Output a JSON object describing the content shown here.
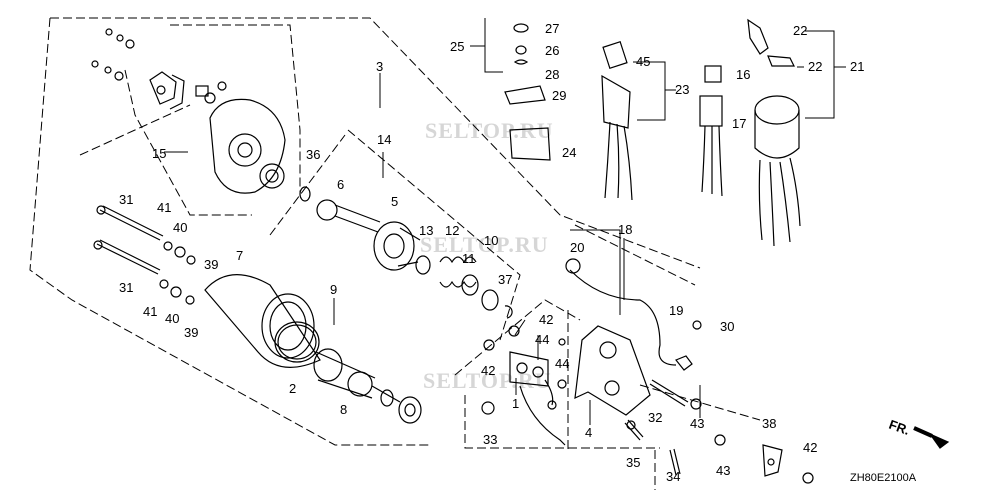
{
  "diagram": {
    "code": "ZH80E2100A",
    "direction_label": "FR.",
    "watermark": "SELTOP.RU",
    "callouts": {
      "c1": "1",
      "c2": "2",
      "c3": "3",
      "c4": "4",
      "c5": "5",
      "c6": "6",
      "c7": "7",
      "c8": "8",
      "c9": "9",
      "c10": "10",
      "c11": "11",
      "c12": "12",
      "c13": "13",
      "c14": "14",
      "c15": "15",
      "c16": "16",
      "c17": "17",
      "c18": "18",
      "c19": "19",
      "c20": "20",
      "c21": "21",
      "c22a": "22",
      "c22b": "22",
      "c23": "23",
      "c24": "24",
      "c25": "25",
      "c26": "26",
      "c27": "27",
      "c28": "28",
      "c29": "29",
      "c30": "30",
      "c31a": "31",
      "c31b": "31",
      "c32": "32",
      "c33": "33",
      "c34": "34",
      "c35": "35",
      "c36": "36",
      "c37": "37",
      "c38": "38",
      "c39a": "39",
      "c39b": "39",
      "c40a": "40",
      "c40b": "40",
      "c41a": "41",
      "c41b": "41",
      "c42a": "42",
      "c42b": "42",
      "c42c": "42",
      "c43a": "43",
      "c43b": "43",
      "c44a": "44",
      "c44b": "44",
      "c45": "45"
    }
  }
}
